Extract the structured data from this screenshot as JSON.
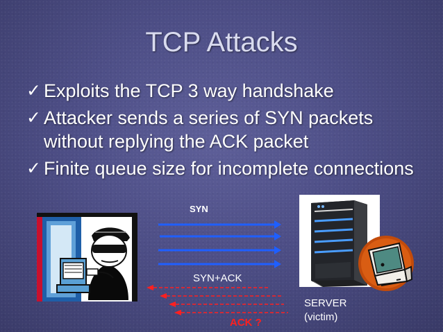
{
  "slide": {
    "title": "TCP Attacks",
    "bullets": [
      "Exploits the TCP 3 way handshake",
      "Attacker sends a series of SYN packets without replying the ACK packet",
      "Finite queue size for incomplete connections"
    ],
    "check_symbol": "✓"
  },
  "diagram": {
    "syn_label": "SYN",
    "synack_label": "SYN+ACK",
    "ack_label": "ACK ?",
    "server_label_line1": "SERVER",
    "server_label_line2": "(victim)"
  },
  "colors": {
    "background": "#4d4e86",
    "syn_arrows": "#1f5fff",
    "synack_arrows": "#ff2020",
    "ack_text": "#ff1f1f"
  },
  "icons": {
    "attacker": "masked-hacker-icon",
    "server": "server-tower-icon",
    "monitor": "monitor-icon",
    "check": "check-icon"
  }
}
